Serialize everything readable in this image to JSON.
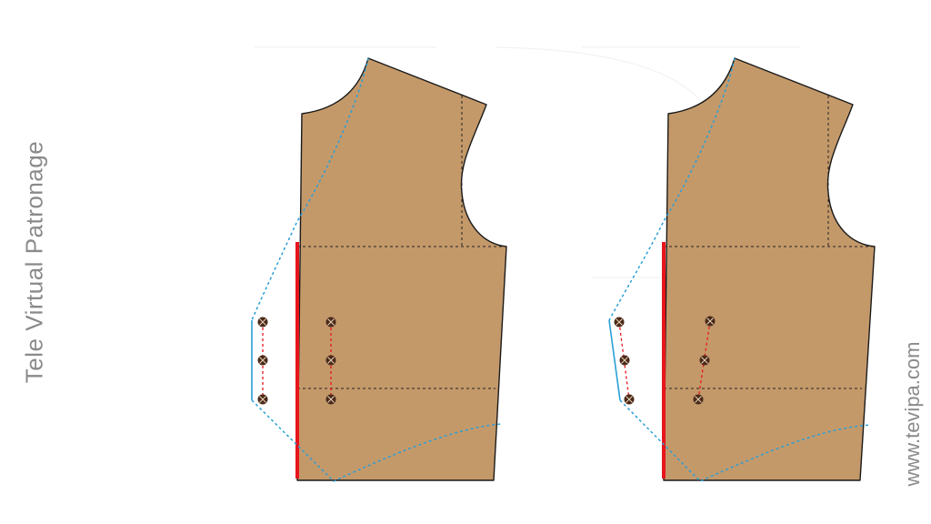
{
  "watermark": {
    "parts": [
      "Tele ",
      "Vi",
      "rtual ",
      "Pa",
      "tronage"
    ],
    "website": "www.tevipa.com"
  },
  "colors": {
    "fabric": "#c4996a",
    "outline": "#1a1a1a",
    "center_front_line": "#e8141b",
    "new_edge_guide": "#2a9fd6",
    "button": "#4a2a1a",
    "button_link": "#e8141b",
    "watermark_text": "#8a8a8a"
  },
  "diagrams": [
    {
      "id": "left-pattern",
      "buttons": "straight"
    },
    {
      "id": "right-pattern",
      "buttons": "angled"
    }
  ]
}
